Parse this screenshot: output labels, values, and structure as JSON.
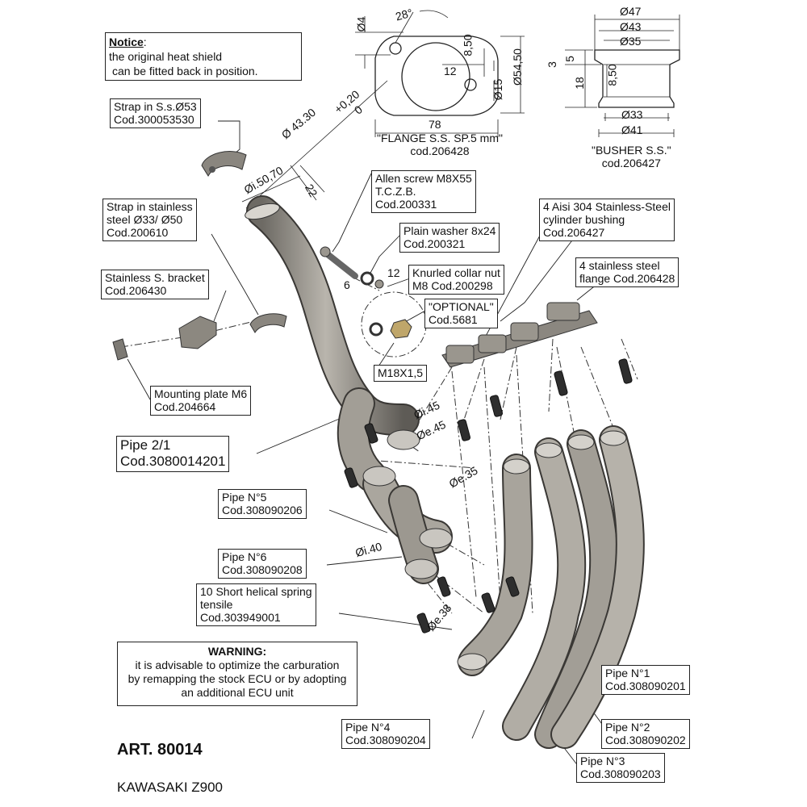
{
  "notice": {
    "heading": "Notice",
    "suffix": ":",
    "lines": [
      "the original heat shield",
      "can be fitted back in position."
    ]
  },
  "warning": {
    "heading": "WARNING:",
    "lines": [
      "it is advisable to optimize the carburation",
      "by remapping the stock ECU or by adopting",
      "an additional ECU unit"
    ]
  },
  "article": "ART. 80014",
  "model": "KAWASAKI Z900",
  "flange": {
    "caption": "\"FLANGE S.S. SP.5 mm\"",
    "code": "cod.206428",
    "dims": {
      "d4": "Ø4",
      "angle": "28°",
      "r850": "8,50",
      "d12": "12",
      "d15": "Ø15",
      "d5450": "Ø54,50",
      "w78": "78"
    }
  },
  "busher": {
    "caption": "\"BUSHER S.S.\"",
    "code": "cod.206427",
    "dims": {
      "d47": "Ø47",
      "d43": "Ø43",
      "d35": "Ø35",
      "h3": "3",
      "h5": "5",
      "h18": "18",
      "h850": "8,50",
      "d33": "Ø33",
      "d41": "Ø41"
    }
  },
  "pipe_dims": {
    "d4330": "Ø 43.30",
    "tol_plus": "+0,20",
    "tol_zero": "0",
    "i5070": "Øi.50,70",
    "len22": "22",
    "i45": "Øi.45",
    "e45": "Øe.45",
    "e35": "Øe.35",
    "i40": "Øi.40",
    "e38": "Øe.38",
    "six": "6",
    "twelve": "12"
  },
  "labels": {
    "strap53": [
      "Strap in S.s.Ø53",
      "Cod.300053530"
    ],
    "allen": [
      "Allen screw M8X55",
      "T.C.Z.B.",
      "Cod.200331"
    ],
    "strap33": [
      "Strap in stainless",
      "steel  Ø33/ Ø50",
      "Cod.200610"
    ],
    "washer": [
      "Plain washer 8x24",
      "Cod.200321"
    ],
    "bushing": [
      "4 Aisi 304 Stainless-Steel",
      "cylinder bushing",
      "Cod.206427"
    ],
    "knurled": [
      "Knurled collar nut",
      "M8 Cod.200298"
    ],
    "bracket": [
      "Stainless S. bracket",
      "Cod.206430"
    ],
    "flange4": [
      "4 stainless steel",
      "flange Cod.206428"
    ],
    "optional": [
      "\"OPTIONAL\"",
      "Cod.5681"
    ],
    "m18": [
      "M18X1,5"
    ],
    "plate": [
      "Mounting plate M6",
      "Cod.204664"
    ],
    "pipe21": [
      "Pipe 2/1",
      "Cod.3080014201"
    ],
    "pipe5": [
      "Pipe N°5",
      "Cod.308090206"
    ],
    "pipe6": [
      "Pipe N°6",
      "Cod.308090208"
    ],
    "spring": [
      "10 Short helical spring",
      "tensile",
      "Cod.303949001"
    ],
    "pipe1": [
      "Pipe N°1",
      "Cod.308090201"
    ],
    "pipe4": [
      "Pipe N°4",
      "Cod.308090204"
    ],
    "pipe2": [
      "Pipe N°2",
      "Cod.308090202"
    ],
    "pipe3": [
      "Pipe N°3",
      "Cod.308090203"
    ]
  }
}
